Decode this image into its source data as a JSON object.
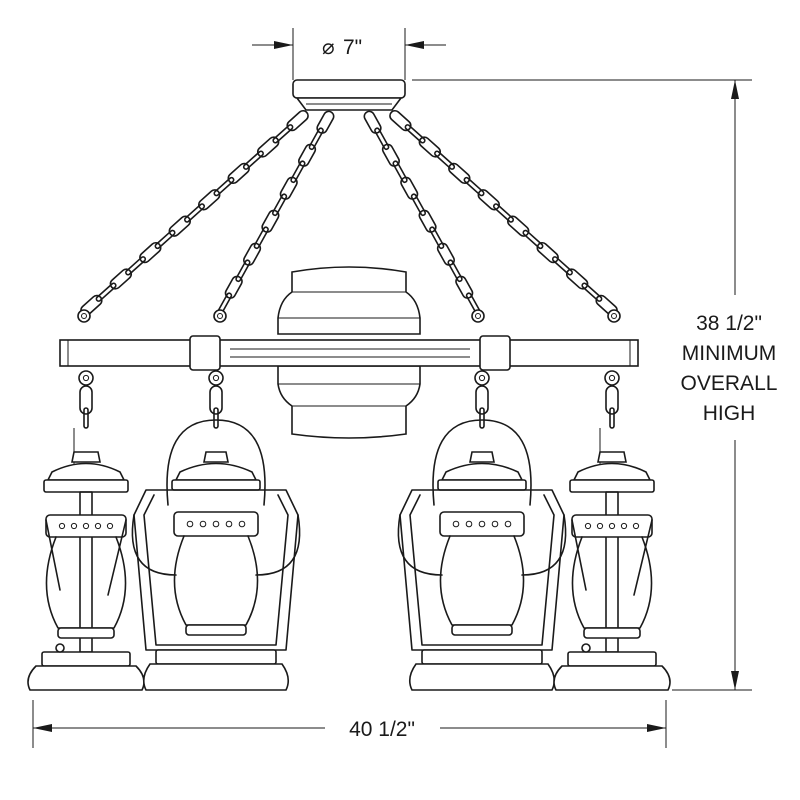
{
  "dimensions": {
    "canopy_diameter": "7\"",
    "diameter_symbol": "⌀",
    "height_line1": "38 1/2\"",
    "height_line2": "MINIMUM",
    "height_line3": "OVERALL",
    "height_line4": "HIGH",
    "width": "40 1/2\""
  }
}
